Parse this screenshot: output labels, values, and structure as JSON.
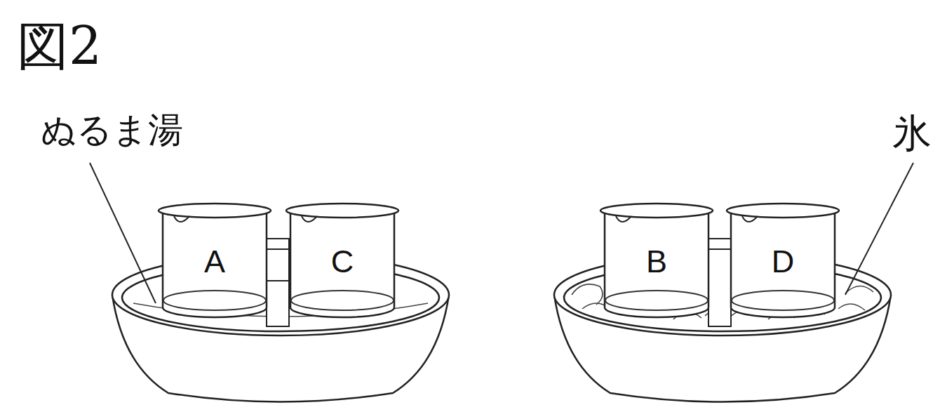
{
  "diagram": {
    "title": "図2",
    "nodes": [
      {
        "text": [
          "A"
        ]
      },
      {
        "text": [
          "C"
        ]
      },
      {
        "text": [
          "B"
        ]
      },
      {
        "text": [
          "D"
        ]
      }
    ],
    "labels": [
      "ぬるま湯",
      "氷"
    ]
  }
}
